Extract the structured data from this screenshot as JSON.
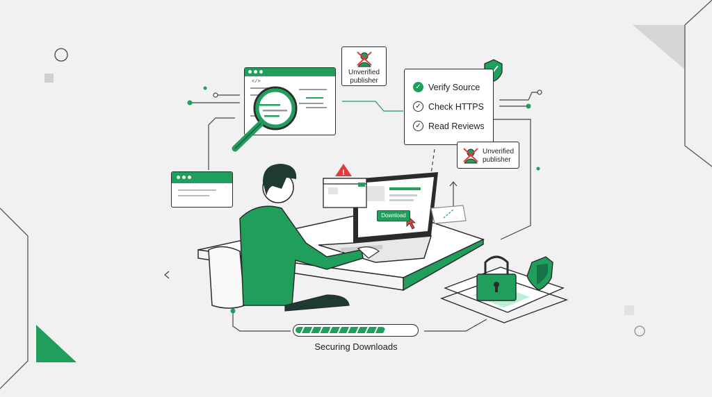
{
  "checklist": {
    "items": [
      {
        "label": "Verify Source",
        "checked": true
      },
      {
        "label": "Check HTTPS",
        "checked": false
      },
      {
        "label": "Read Reviews",
        "checked": false
      }
    ]
  },
  "warning_badge_top": {
    "line1": "Unverified",
    "line2": "publisher"
  },
  "warning_badge_side": {
    "line1": "Unverified",
    "line2": "publisher"
  },
  "code_window": {
    "tag": "</>"
  },
  "laptop": {
    "download_label": "Download"
  },
  "progress": {
    "caption": "Securing Downloads",
    "fraction": 0.75
  },
  "colors": {
    "accent": "#1f9e5c",
    "dark": "#2b2b2b",
    "background": "#f1f1f1",
    "warning": "#e23b3b"
  }
}
